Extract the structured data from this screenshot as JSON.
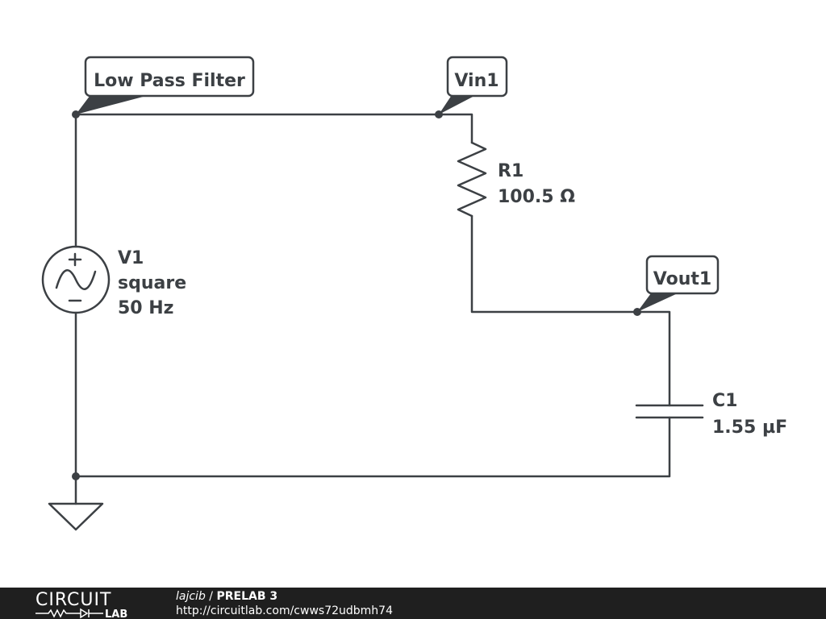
{
  "labels": {
    "net_low_pass": "Low Pass Filter",
    "net_vin": "Vin1",
    "net_vout": "Vout1"
  },
  "components": {
    "source": {
      "name": "V1",
      "type": "square",
      "freq": "50 Hz"
    },
    "resistor": {
      "name": "R1",
      "value": "100.5 Ω"
    },
    "capacitor": {
      "name": "C1",
      "value": "1.55 µF"
    }
  },
  "footer": {
    "brand_top": "CIRCUIT",
    "brand_bottom": "LAB",
    "author": "lajcib",
    "separator": " / ",
    "title": "PRELAB 3",
    "url": "http://circuitlab.com/cwws72udbmh74"
  },
  "colors": {
    "wire": "#3c4044",
    "footer_bg": "#1f1f1f"
  }
}
